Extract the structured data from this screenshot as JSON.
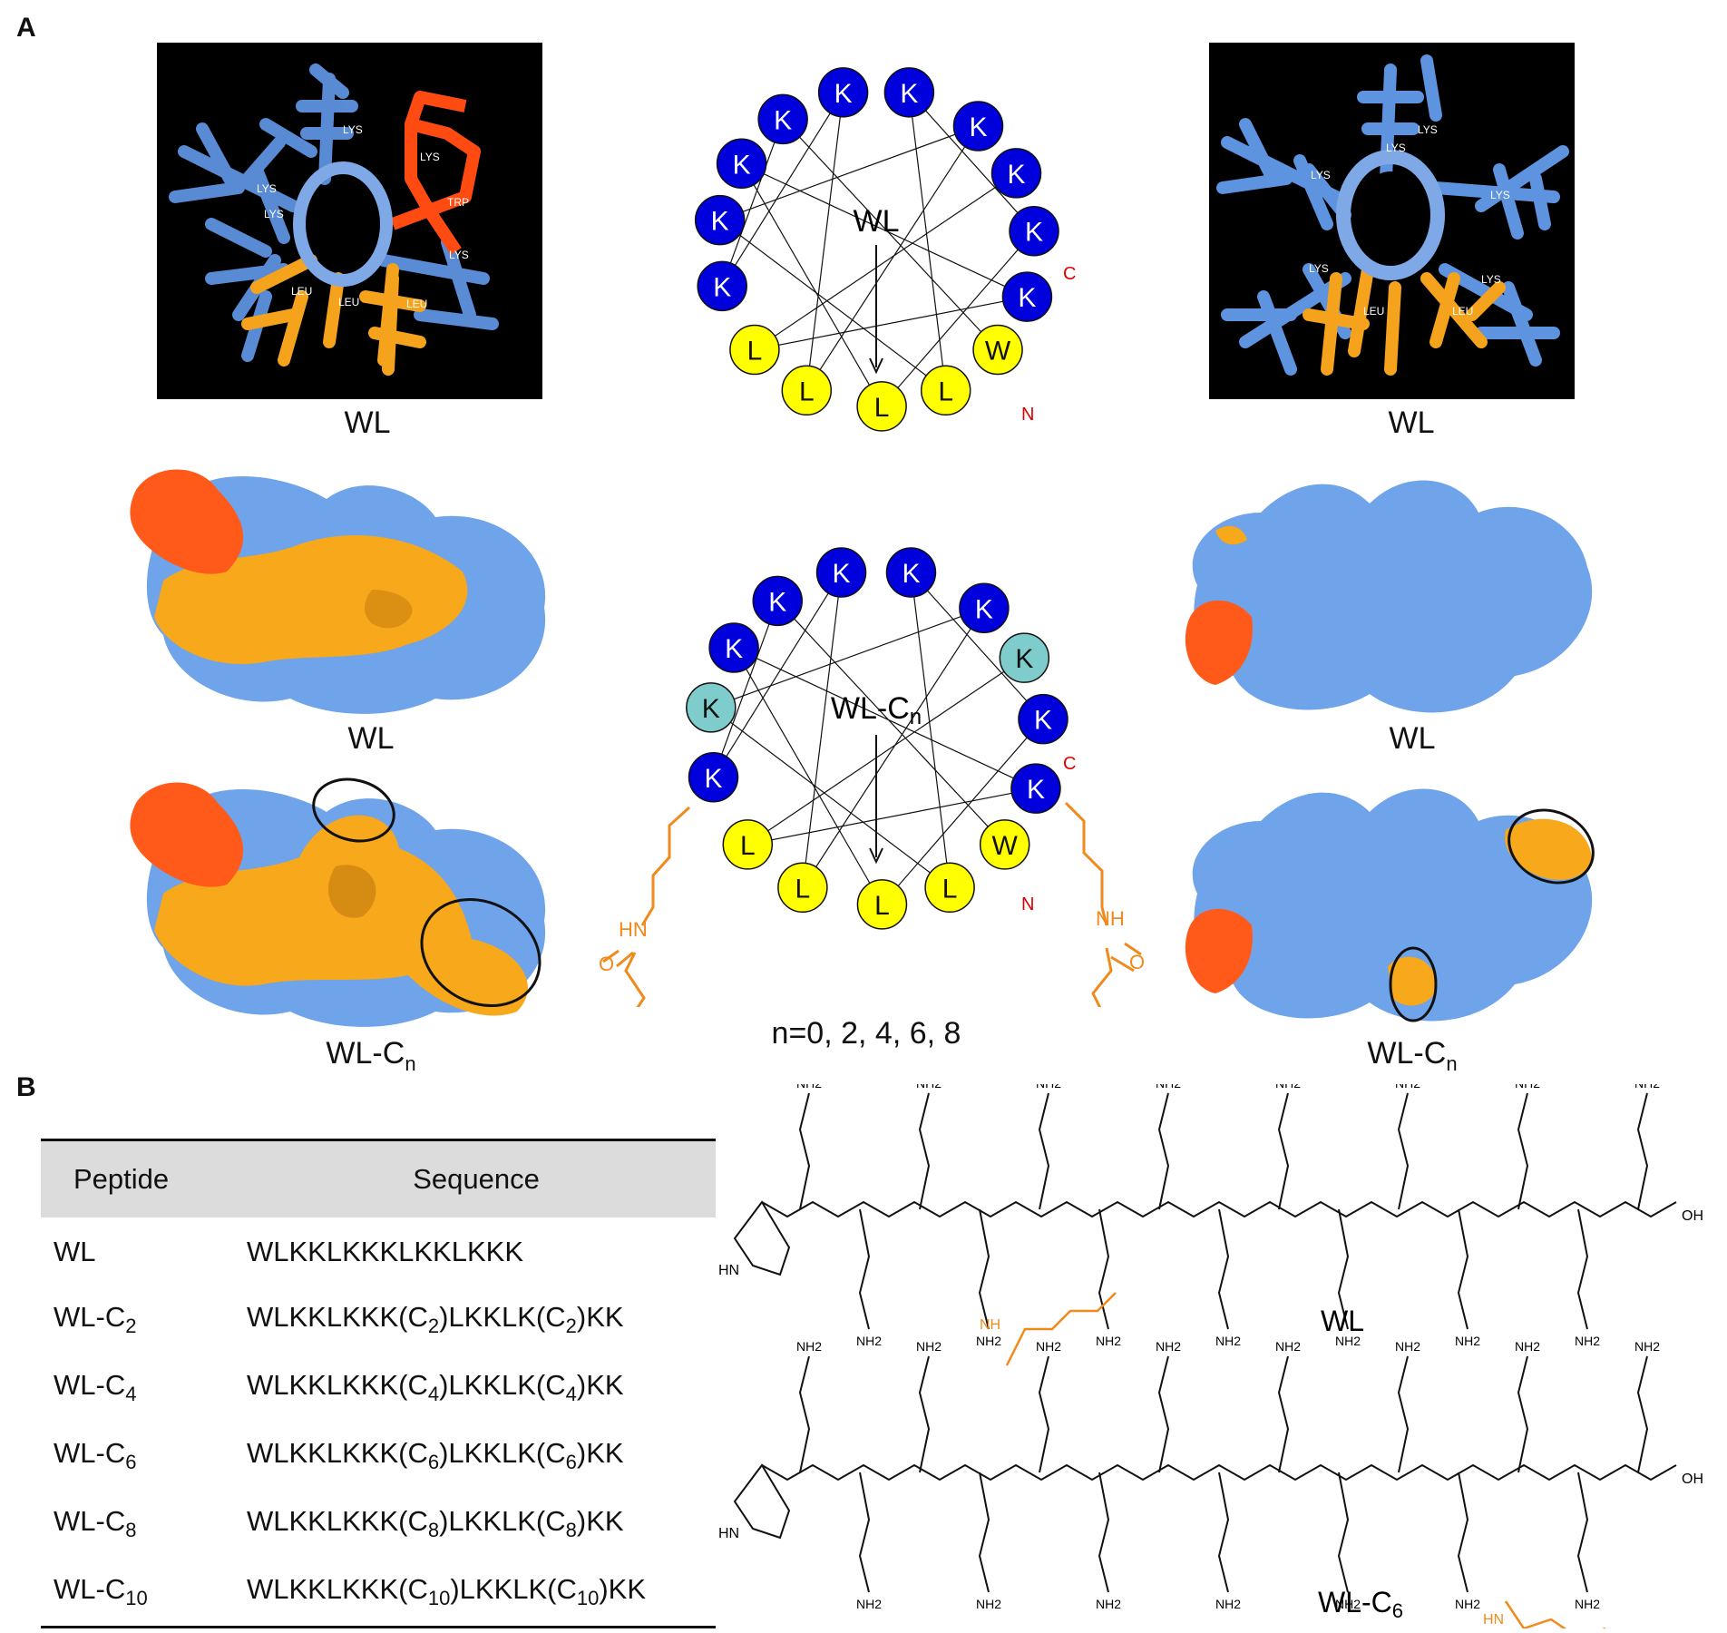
{
  "panel_labels": {
    "a": "A",
    "b": "B"
  },
  "residue_names": {
    "lys": "LYS",
    "trp": "TRP",
    "leu": "LEU"
  },
  "captions": {
    "mol_left": "WL",
    "mol_right": "WL",
    "surface_left_top": "WL",
    "surface_left_bottom_base": "WL-C",
    "surface_left_bottom_sub": "n",
    "surface_right_top": "WL",
    "surface_right_bottom_base": "WL-C",
    "surface_right_bottom_sub": "n",
    "n_values": "n=0, 2, 4, 6, 8"
  },
  "wheel_top": {
    "center_label": "WL",
    "terminal_c": "C",
    "terminal_n": "N",
    "residues": [
      "K",
      "K",
      "K",
      "K",
      "K",
      "K",
      "K",
      "K",
      "K",
      "K",
      "W",
      "L",
      "L",
      "L",
      "L"
    ]
  },
  "wheel_bottom": {
    "center_label_base": "WL-C",
    "center_label_sub": "n",
    "terminal_c": "C",
    "terminal_n": "N",
    "residues": [
      "K",
      "K",
      "K",
      "K",
      "K",
      "K",
      "K",
      "K",
      "K",
      "K",
      "W",
      "L",
      "L",
      "L",
      "L"
    ],
    "side_chain_labels": {
      "hn": "HN",
      "nh": "NH",
      "o": "O",
      "n": "n"
    }
  },
  "table": {
    "headers": [
      "Peptide",
      "Sequence"
    ],
    "rows": [
      {
        "peptide": "WL",
        "sub": "",
        "sequence": "WLKKLKKKLKKLKKK",
        "seq_sub": ""
      },
      {
        "peptide": "WL-C",
        "sub": "2",
        "sequence": "WLKKLKKK(C",
        "seq_sub": "2",
        "seq_mid": ")LKKLK(C",
        "seq_end": ")KK"
      },
      {
        "peptide": "WL-C",
        "sub": "4",
        "sequence": "WLKKLKKK(C",
        "seq_sub": "4",
        "seq_mid": ")LKKLK(C",
        "seq_end": ")KK"
      },
      {
        "peptide": "WL-C",
        "sub": "6",
        "sequence": "WLKKLKKK(C",
        "seq_sub": "6",
        "seq_mid": ")LKKLK(C",
        "seq_end": ")KK"
      },
      {
        "peptide": "WL-C",
        "sub": "8",
        "sequence": "WLKKLKKK(C",
        "seq_sub": "8",
        "seq_mid": ")LKKLK(C",
        "seq_end": ")KK"
      },
      {
        "peptide": "WL-C",
        "sub": "10",
        "sequence": "WLKKLKKK(C",
        "seq_sub": "10",
        "seq_mid": ")LKKLK(C",
        "seq_end": ")KK"
      }
    ]
  },
  "structures": {
    "wl_label": "WL",
    "wlc6_label_base": "WL-C",
    "wlc6_label_sub": "6",
    "nh2": "NH",
    "nh2_sub": "2",
    "oh": "OH",
    "o": "O",
    "n": "N",
    "h": "H",
    "hn": "HN",
    "nh": "NH"
  },
  "colors": {
    "lysine": "#0000dd",
    "leucine": "#ffff00",
    "modified_lysine": "#7fcccc",
    "surface_blue": "#6fa3ea",
    "surface_orange": "#f7a81b",
    "surface_red": "#ff5a1a",
    "acyl_chain": "#f08a1c",
    "terminal_label": "#dd0000"
  }
}
